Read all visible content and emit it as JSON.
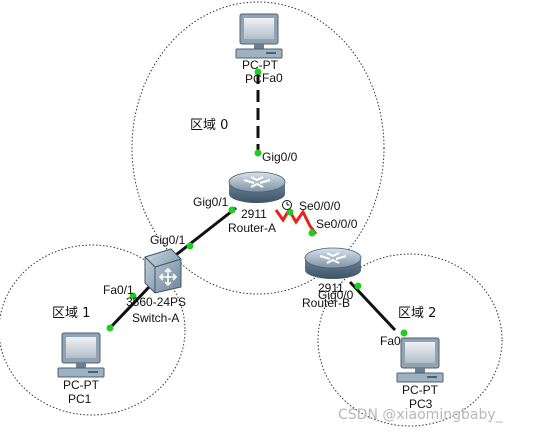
{
  "zones": {
    "zone0": "区域 0",
    "zone1": "区域 1",
    "zone2": "区域 2"
  },
  "devices": {
    "pc_top": {
      "type_label": "PC-PT",
      "name_label": "PC"
    },
    "pc1": {
      "type_label": "PC-PT",
      "name_label": "PC1"
    },
    "pc3": {
      "type_label": "PC-PT",
      "name_label": "PC3"
    },
    "router_a": {
      "model_label": "2911",
      "name_label": "Router-A"
    },
    "router_b": {
      "model_label": "2911",
      "name_label": "Router-B"
    },
    "switch_a": {
      "model_label": "3560-24PS",
      "name_label": "Switch-A"
    }
  },
  "ports": {
    "pc_top_fa0": "Fa0",
    "ra_gig00": "Gig0/0",
    "ra_gig01": "Gig0/1",
    "ra_se000": "Se0/0/0",
    "rb_se000": "Se0/0/0",
    "rb_gig00": "Gig0/0",
    "sw_gig01": "Gig0/1",
    "sw_fa01": "Fa0/1",
    "pc3_fa0": "Fa0"
  },
  "watermark": "CSDN @xiaomingbaby_",
  "colors": {
    "cable": "#111111",
    "serial": "#e8231d",
    "port_up": "#22cc22",
    "zone_outline": "#333333"
  }
}
